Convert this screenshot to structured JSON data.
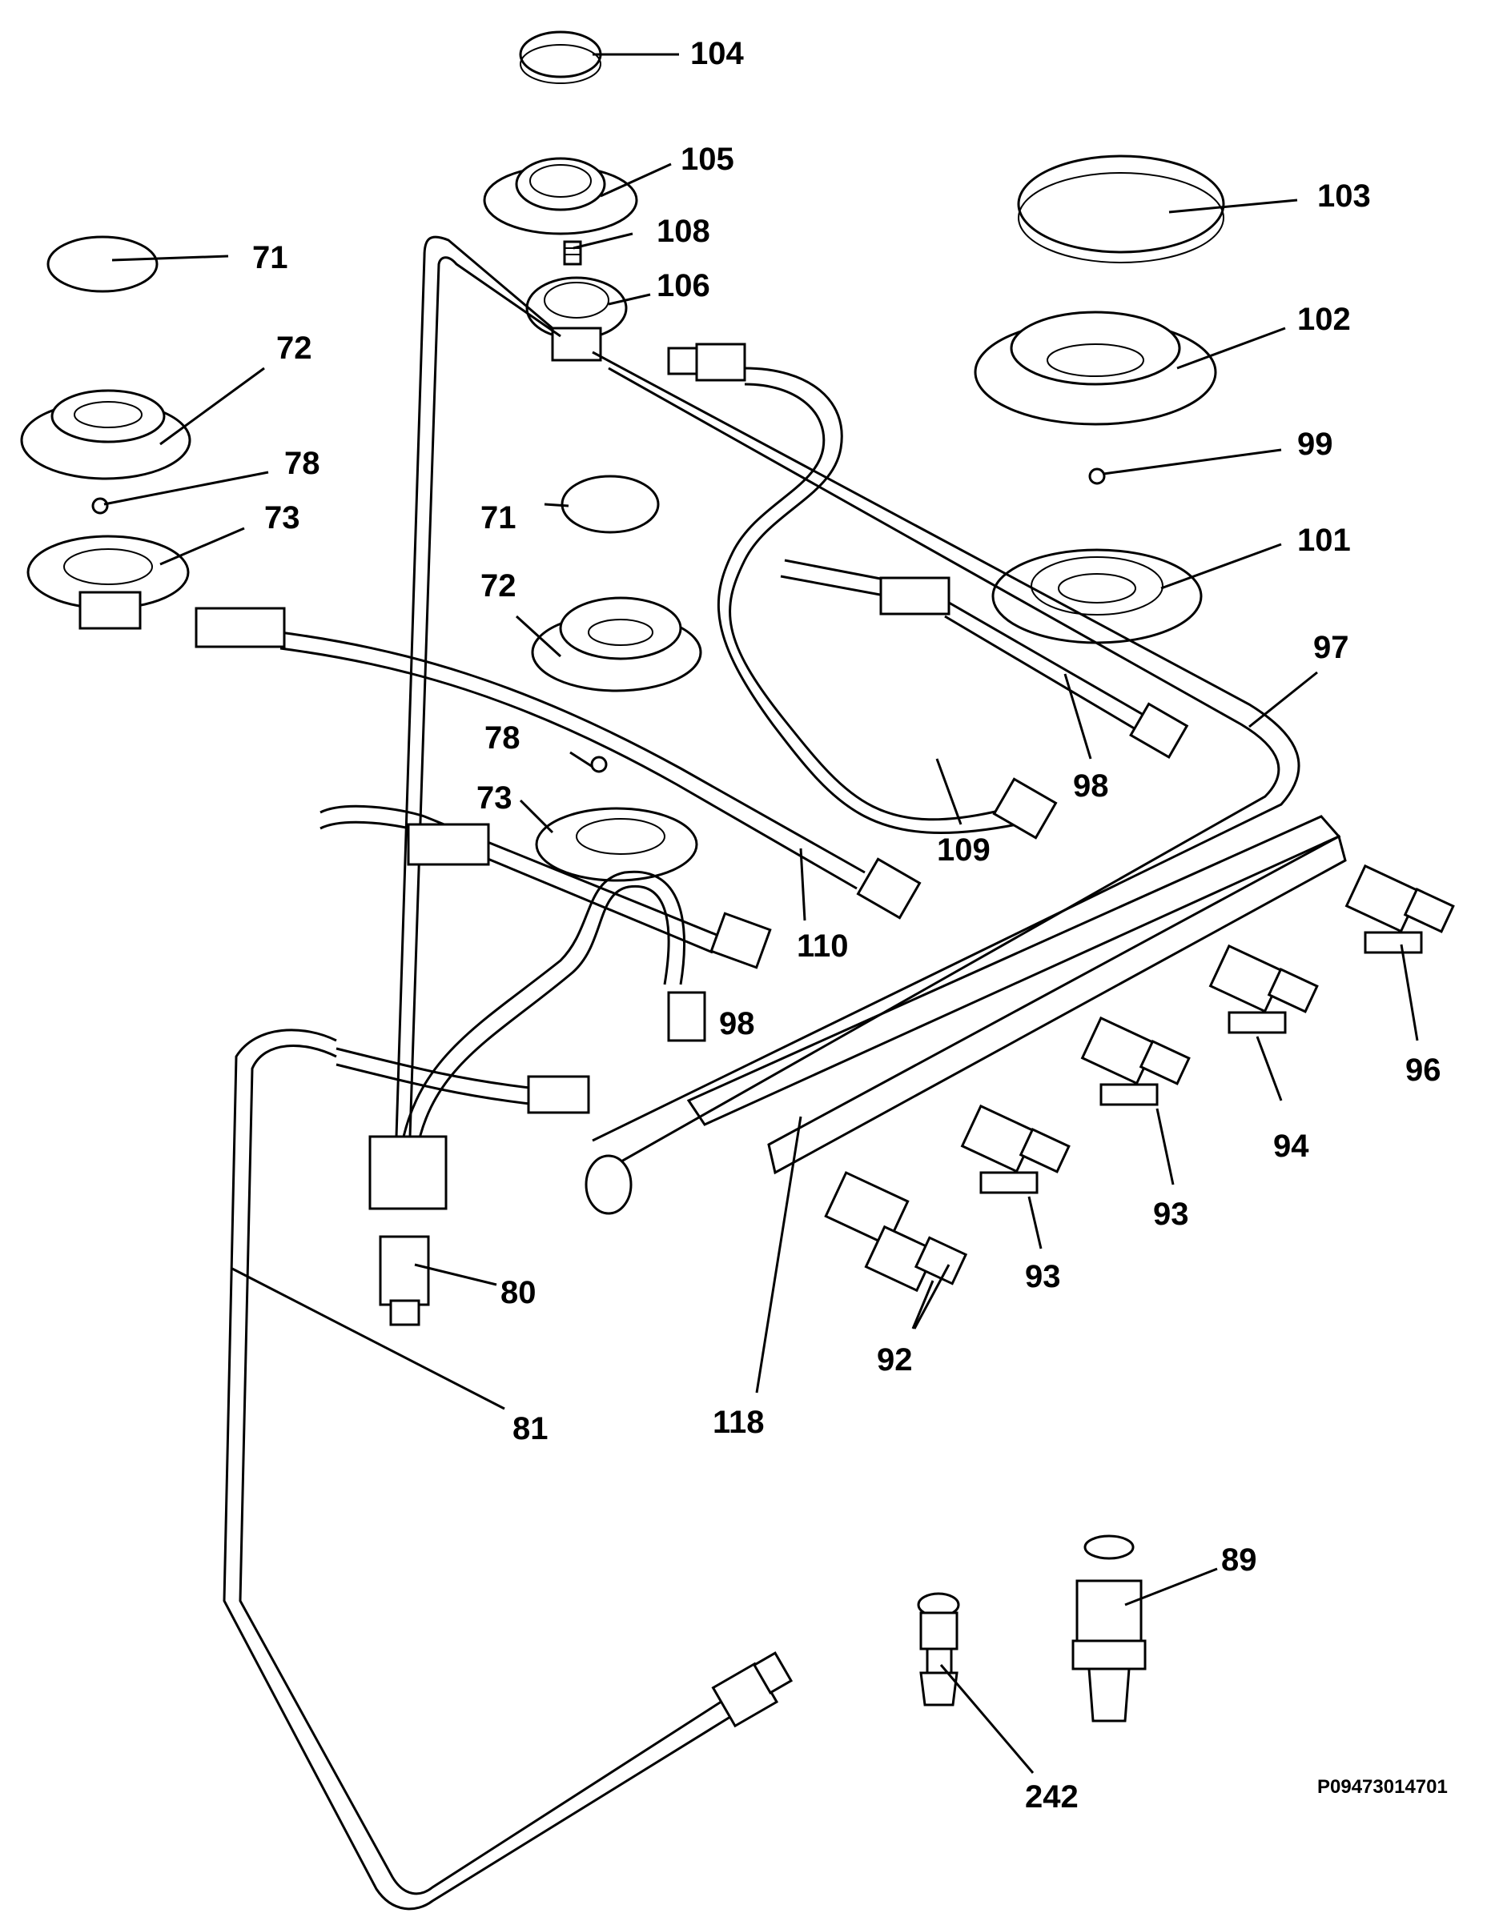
{
  "diagram": {
    "reference_code": "P09473014701",
    "callouts": {
      "c104": "104",
      "c105": "105",
      "c108": "108",
      "c106": "106",
      "c103": "103",
      "c102": "102",
      "c99": "99",
      "c101": "101",
      "c71a": "71",
      "c72a": "72",
      "c78a": "78",
      "c73a": "73",
      "c71b": "71",
      "c72b": "72",
      "c78b": "78",
      "c73b": "73",
      "c97": "97",
      "c98a": "98",
      "c109": "109",
      "c110": "110",
      "c98b": "98",
      "c96": "96",
      "c94": "94",
      "c93a": "93",
      "c93b": "93",
      "c92": "92",
      "c80": "80",
      "c81": "81",
      "c118": "118",
      "c89": "89",
      "c242": "242"
    }
  }
}
